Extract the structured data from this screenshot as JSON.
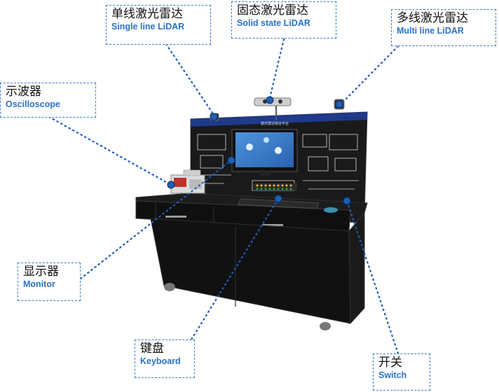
{
  "labels": {
    "single_line_lidar": {
      "cn": "单线激光雷达",
      "en": "Single line LiDAR"
    },
    "solid_state_lidar": {
      "cn": "固态激光雷达",
      "en": "Solid state LiDAR"
    },
    "multi_line_lidar": {
      "cn": "多线激光雷达",
      "en": "Multi line LiDAR"
    },
    "oscilloscope": {
      "cn": "示波器",
      "en": "Oscilloscope"
    },
    "monitor": {
      "cn": "显示器",
      "en": "Monitor"
    },
    "keyboard": {
      "cn": "键盘",
      "en": "Keyboard"
    },
    "switch": {
      "cn": "开关",
      "en": "Switch"
    }
  },
  "panel_title": "激光雷达综合平台",
  "colors": {
    "accent": "#2a72c8",
    "border": "#3a7cc4",
    "cabinet": "#141414",
    "panel_header": "#1f3a8a"
  }
}
